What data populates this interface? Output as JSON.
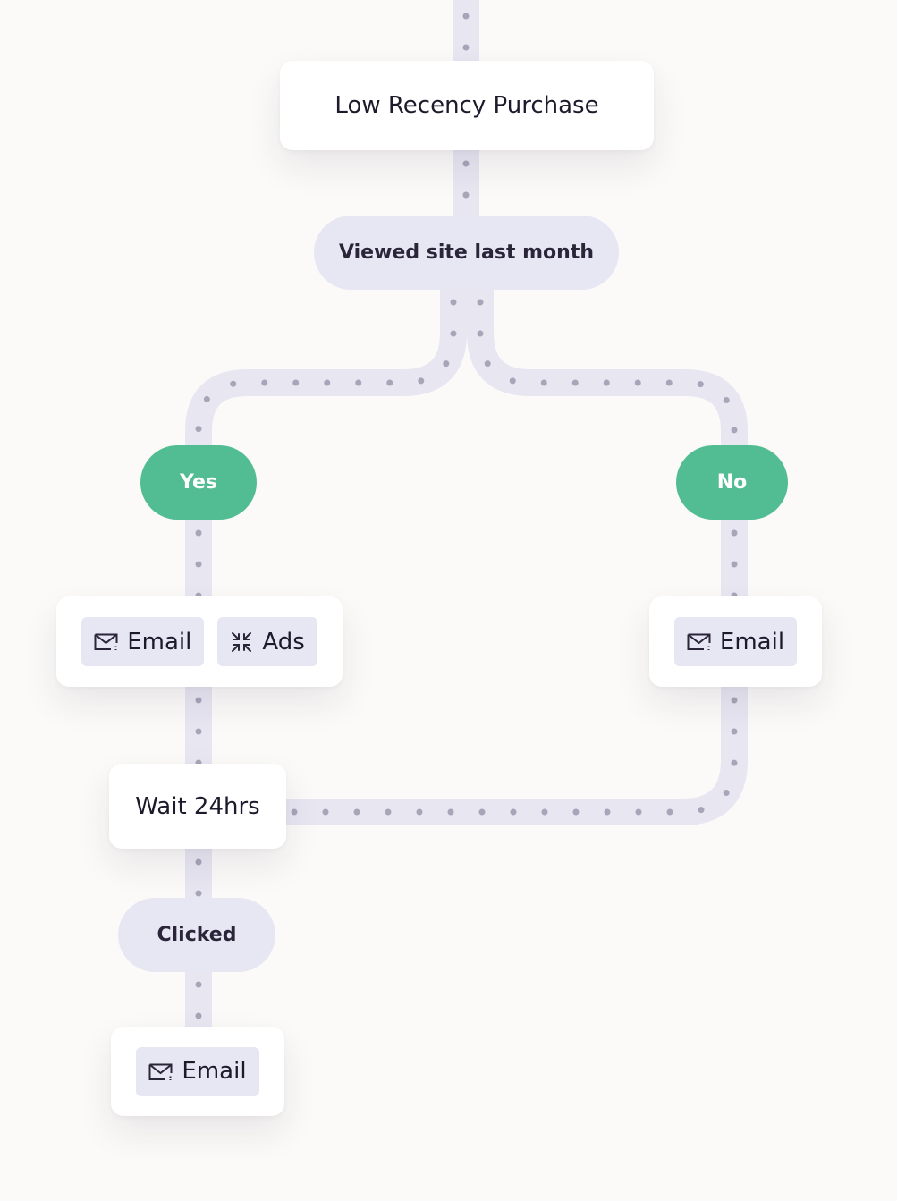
{
  "colors": {
    "background": "#fbfaf8",
    "track": "#e7e6f1",
    "track_dot": "#a8a5b8",
    "card": "#ffffff",
    "condition_pill": "#e7e6f3",
    "branch_green": "#52bd93"
  },
  "flow": {
    "trigger": "Low Recency Purchase",
    "condition": "Viewed site last month",
    "branch_yes": "Yes",
    "branch_no": "No",
    "yes_actions": [
      {
        "icon": "email-icon",
        "label": "Email"
      },
      {
        "icon": "ads-icon",
        "label": "Ads"
      }
    ],
    "no_actions": [
      {
        "icon": "email-icon",
        "label": "Email"
      }
    ],
    "wait": "Wait 24hrs",
    "condition2": "Clicked",
    "final_actions": [
      {
        "icon": "email-icon",
        "label": "Email"
      }
    ]
  }
}
